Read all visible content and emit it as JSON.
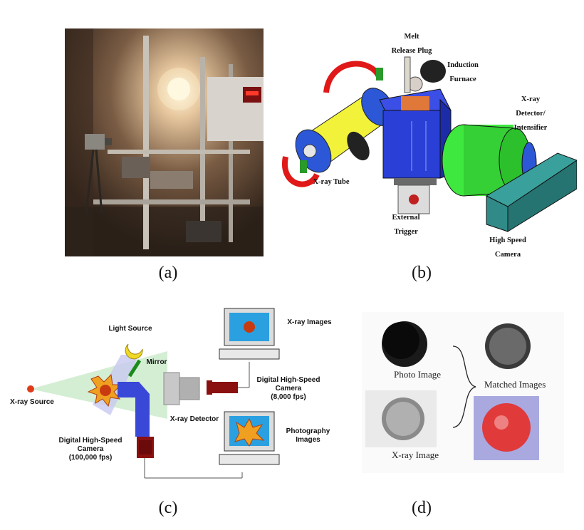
{
  "captions": {
    "a": "(a)",
    "b": "(b)",
    "c": "(c)",
    "d": "(d)"
  },
  "panel_b": {
    "melt_release_plug_1": "Melt",
    "melt_release_plug_2": "Release Plug",
    "induction_furnace_1": "Induction",
    "induction_furnace_2": "Furnace",
    "xray_detector_1": "X-ray",
    "xray_detector_2": "Detector/",
    "xray_detector_3": "Intensifier",
    "xray_tube": "X-ray Tube",
    "external_trigger_1": "External",
    "external_trigger_2": "Trigger",
    "high_speed_camera_1": "High Speed",
    "high_speed_camera_2": "Camera"
  },
  "panel_c": {
    "light_source": "Light Source",
    "mirror": "Mirror",
    "xray_source": "X-ray Source",
    "xray_detector": "X-ray Detector",
    "xray_images": "X-ray Images",
    "camera_8000_1": "Digital High-Speed",
    "camera_8000_2": "Camera",
    "camera_8000_3": "(8,000 fps)",
    "camera_100000_1": "Digital High-Speed",
    "camera_100000_2": "Camera",
    "camera_100000_3": "(100,000 fps)",
    "photography_images_1": "Photography",
    "photography_images_2": "Images"
  },
  "panel_d": {
    "photo_image": "Photo Image",
    "xray_image": "X-ray Image",
    "matched_images": "Matched Images"
  },
  "colors": {
    "furnace_blue": "#2a3fd6",
    "tube_yellow": "#f2f23a",
    "detector_green": "#3ee83e",
    "camera_teal": "#2f8a88",
    "beam_green": "#cfeccf",
    "match_red": "#e03a3a",
    "match_bg": "#a9a9e0"
  }
}
